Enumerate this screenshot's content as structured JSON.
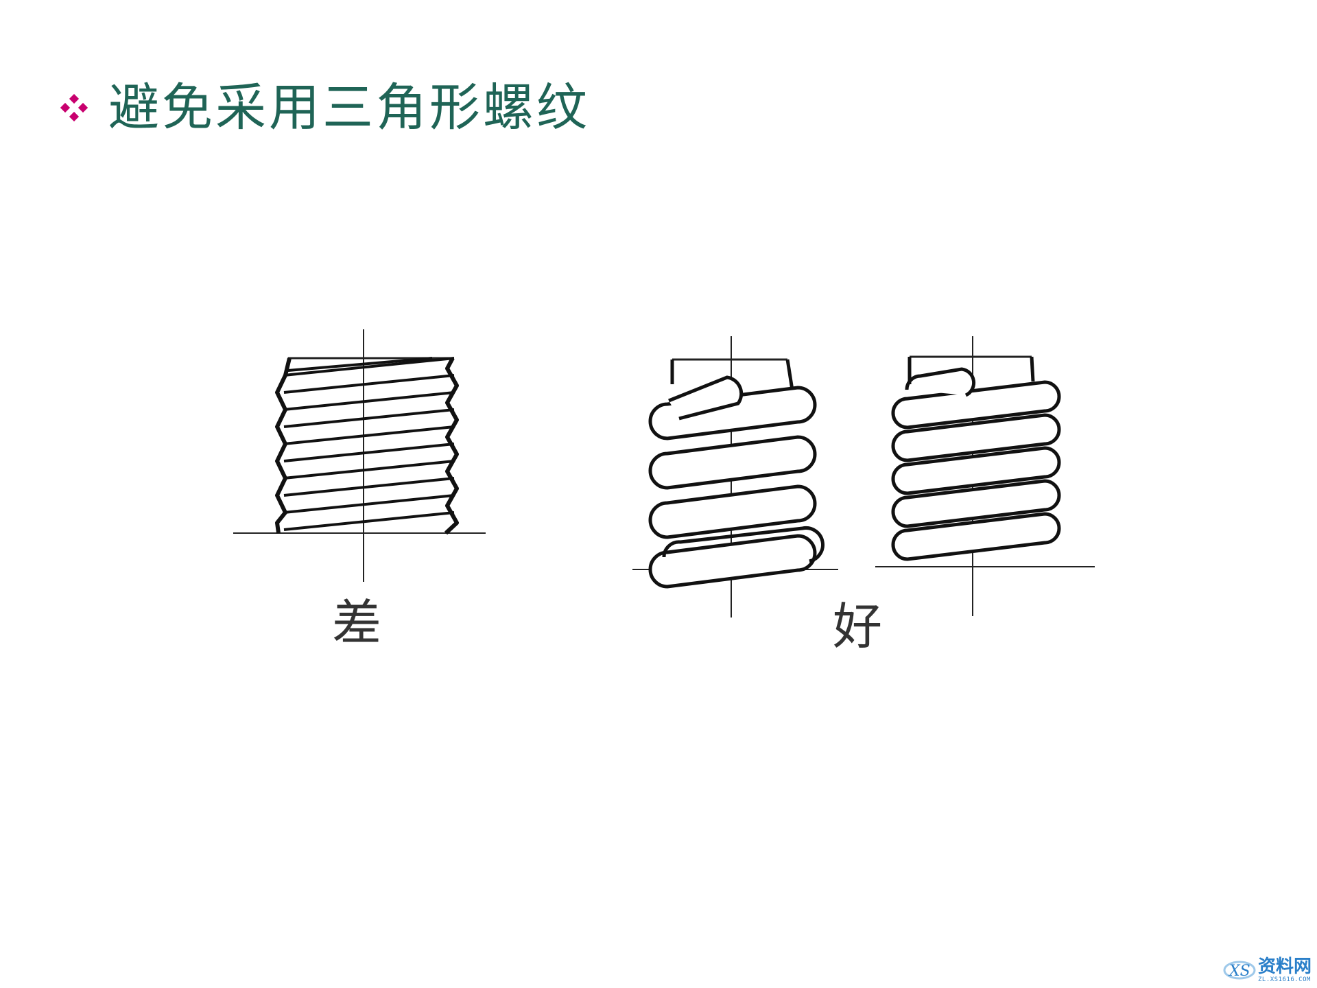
{
  "slide": {
    "title": "避免采用三角形螺纹",
    "title_color": "#1f6456",
    "bullet_color": "#c8006e",
    "bullet_icon": "four-diamond-bullet-icon"
  },
  "figures": [
    {
      "id": "triangular-thread",
      "caption": "差"
    },
    {
      "id": "round-thread-spring-1",
      "caption": ""
    },
    {
      "id": "round-thread-spring-2",
      "caption": ""
    }
  ],
  "good_caption": "好",
  "watermark": {
    "name": "资料网",
    "url": "ZL.XS1616.COM",
    "icon": "xs-logo-icon",
    "color": "#2a7fc9"
  }
}
